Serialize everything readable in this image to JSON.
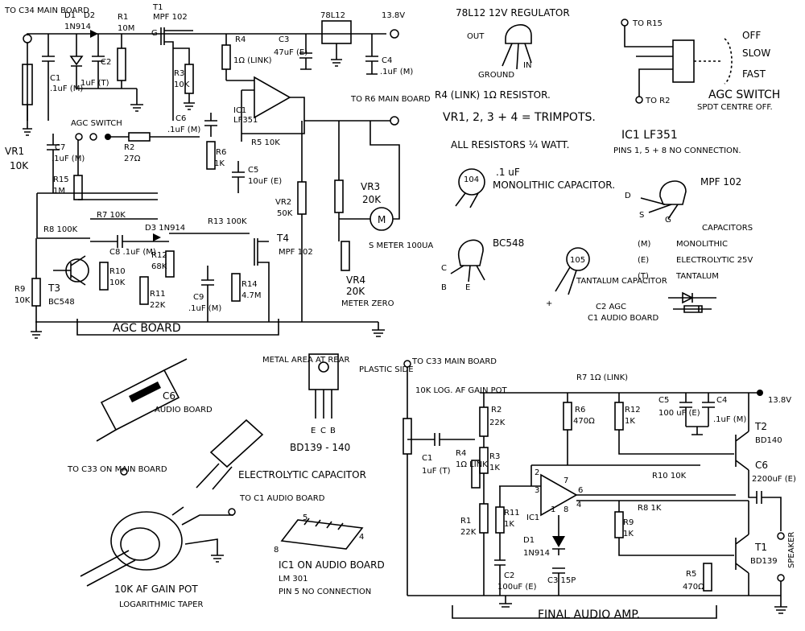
{
  "agc_board": {
    "title": "AGC BOARD",
    "to_c34": "TO C34 MAIN BOARD",
    "to_r6": "TO R6 MAIN BOARD",
    "supply": "13.8V",
    "agc_switch_label": "AGC SWITCH",
    "d1": "D1",
    "d2": "D2",
    "d_type": "1N914",
    "r1": "R1",
    "r1_val": "10M",
    "t1": "T1",
    "t1_type": "MPF 102",
    "reg": "78L12",
    "r4": "R4",
    "r4_val": "1Ω (LINK)",
    "c3": "C3",
    "c3_val": "47uF (E)",
    "c4": "C4",
    "c4_val": ".1uF (M)",
    "c1": "C1",
    "c1_val": ".1uF (M)",
    "c2": "C2",
    "c2_val": "1uF (T)",
    "r3": "R3",
    "r3_val": "10K",
    "ic1": "IC1",
    "ic1_type": "LF351",
    "c6": "C6",
    "c6_val": ".1uF (M)",
    "r5": "R5 10K",
    "c7": "C7",
    "c7_val": ".1uF (M)",
    "vr1": "VR1",
    "vr1_val": "10K",
    "r2": "R2",
    "r2_val": "27Ω",
    "r6": "R6",
    "r6_val": "1K",
    "c5": "C5",
    "c5_val": "10uF (E)",
    "r15": "R15",
    "r15_val": "1M",
    "vr2": "VR2",
    "vr2_val": "50K",
    "vr3": "VR3",
    "vr3_val": "20K",
    "r7": "R7 10K",
    "r8": "R8 100K",
    "r13": "R13 100K",
    "d3": "D3 1N914",
    "t4": "T4",
    "t4_type": "MPF 102",
    "c8": "C8 .1uF (M)",
    "r12": "R12",
    "r12_val": "68K",
    "r10": "R10",
    "r10_val": "10K",
    "r11": "R11",
    "r11_val": "22K",
    "c9": "C9",
    "c9_val": ".1uF (M)",
    "r14": "R14",
    "r14_val": "4.7M",
    "t3": "T3",
    "t3_type": "BC548",
    "r9": "R9",
    "r9_val": "10K",
    "meter": "M",
    "meter_label": "S METER 100UA",
    "vr4": "VR4",
    "vr4_val": "20K",
    "meter_zero": "METER ZERO"
  },
  "notes": {
    "reg_title": "78L12 12V REGULATOR",
    "reg_out": "OUT",
    "reg_in": "IN",
    "reg_gnd": "GROUND",
    "r4_note": "R4 (LINK) 1Ω RESISTOR.",
    "trimpots": "VR1, 2, 3 + 4 = TRIMPOTS.",
    "resistors": "ALL RESISTORS ¼ WATT.",
    "mono_val": ".1 uF",
    "mono_label": "MONOLITHIC CAPACITOR.",
    "mono_code": "104",
    "bc548": "BC548",
    "pin_c": "C",
    "pin_b": "B",
    "pin_e": "E",
    "tant_code": "105",
    "tant_label": "TANTALUM CAPACITOR",
    "tant_sub": "C2 AGC",
    "tant_sub2": "C1 AUDIO BOARD",
    "plus": "+",
    "agc_sw_to_r15": "TO R15",
    "agc_sw_to_r2": "TO R2",
    "agc_sw_off": "OFF",
    "agc_sw_slow": "SLOW",
    "agc_sw_fast": "FAST",
    "agc_sw_title": "AGC SWITCH",
    "agc_sw_sub": "SPDT CENTRE OFF.",
    "ic1_note": "IC1 LF351",
    "ic1_pins": "PINS 1, 5 + 8 NO CONNECTION.",
    "mpf102": "MPF 102",
    "pin_d": "D",
    "pin_s": "S",
    "pin_g": "G",
    "cap_title": "CAPACITORS",
    "cap_m": "(M)",
    "cap_m_text": "MONOLITHIC",
    "cap_e": "(E)",
    "cap_e_text": "ELECTROLYTIC 25V",
    "cap_t": "(T)",
    "cap_t_text": "TANTALUM"
  },
  "parts": {
    "c6_label": "C6",
    "c6_sub": "AUDIO BOARD",
    "electrolytic_label": "ELECTROLYTIC CAPACITOR",
    "bd139_metal": "METAL AREA AT REAR",
    "bd139_plastic": "PLASTIC SIDE",
    "bd139_pin_e": "E",
    "bd139_pin_c": "C",
    "bd139_pin_b": "B",
    "bd139_title": "BD139 - 140",
    "pot_to_c33": "TO C33 ON MAIN BOARD",
    "pot_to_c1": "TO C1 AUDIO BOARD",
    "pot_title": "10K AF GAIN POT",
    "pot_sub": "LOGARITHMIC TAPER",
    "ic_pin5": "5",
    "ic_pin8": "8",
    "ic_pin4": "4",
    "ic_title": "IC1 ON AUDIO BOARD",
    "ic_type": "LM 301",
    "ic_note": "PIN 5 NO CONNECTION"
  },
  "amp": {
    "title": "FINAL AUDIO AMP.",
    "to_c33": "TO C33 MAIN BOARD",
    "gain_pot": "10K LOG. AF GAIN POT",
    "r7": "R7 1Ω (LINK)",
    "supply": "13.8V",
    "r2": "R2",
    "r2_val": "22K",
    "r6": "R6",
    "r6_val": "470Ω",
    "r12": "R12",
    "r12_val": "1K",
    "c5": "C5",
    "c5_val": "100 uF (E)",
    "c4": "C4",
    "c4_val": ".1uF (M)",
    "t2": "T2",
    "t2_type": "BD140",
    "c1": "C1",
    "c1_val": "1uF (T)",
    "r4": "R4",
    "r4_val": "1Ω LINK",
    "r3": "R3",
    "r3_val": "1K",
    "c6": "C6",
    "c6_val": "2200uF (E)",
    "r10": "R10 10K",
    "r8": "R8 1K",
    "r1": "R1",
    "r1_val": "22K",
    "r11": "R11",
    "r11_val": "1K",
    "ic1": "IC1",
    "r9": "R9",
    "r9_val": "1K",
    "d1": "D1",
    "d1_type": "1N914",
    "c2": "C2",
    "c2_val": "100uF (E)",
    "c3": "C3 15P",
    "r5": "R5",
    "r5_val": "470Ω",
    "t1": "T1",
    "t1_type": "BD139",
    "speaker": "SPEAKER",
    "pin2": "2",
    "pin3": "3",
    "pin6": "6",
    "pin7": "7",
    "pin8": "8",
    "pin4": "4",
    "pin1": "1"
  }
}
